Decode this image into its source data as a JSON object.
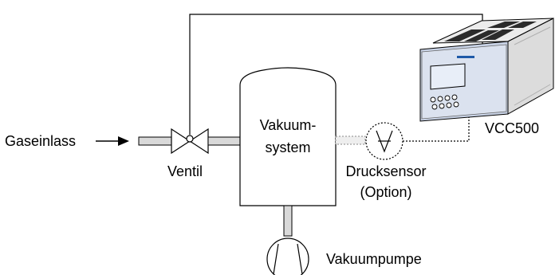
{
  "labels": {
    "gas_inlet": "Gaseinlass",
    "valve": "Ventil",
    "vacuum_system_line1": "Vakuum-",
    "vacuum_system_line2": "system",
    "pressure_sensor_line1": "Drucksensor",
    "pressure_sensor_line2": "(Option)",
    "controller": "VCC500",
    "vacuum_pump": "Vakuumpumpe"
  },
  "colors": {
    "line": "#000000",
    "pipe_fill": "#d9d9d9",
    "device_face": "#c9d3e6",
    "device_body": "#e6e6e6",
    "display": "#d7e1f2"
  }
}
